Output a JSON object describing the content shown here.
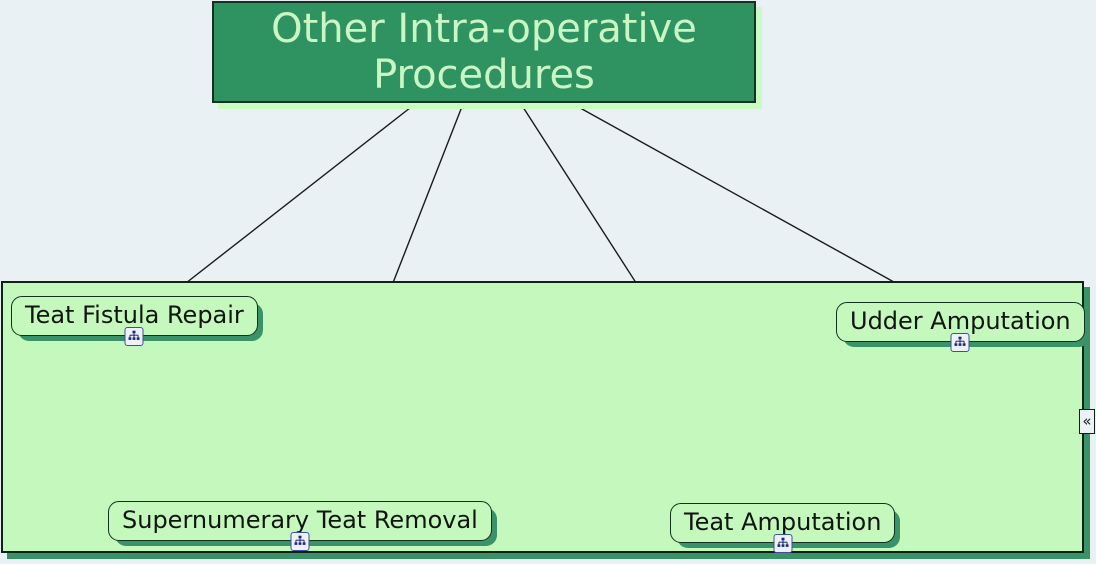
{
  "document": {
    "type": "mind-map",
    "background_color": "#eaf1f4"
  },
  "root": {
    "label": "Other Intra-operative Procedures",
    "fill_color": "#2e9361",
    "text_color": "#c9f6c4",
    "border_color": "#12311f"
  },
  "branch_panel": {
    "fill_color": "#c5f8bd",
    "border_color": "#0d2413",
    "shadow_color": "#3a9268"
  },
  "nodes": [
    {
      "id": "teat-fistula-repair",
      "label": "Teat Fistula Repair",
      "icon": "hierarchy-icon",
      "fill_color": "#c5f8bd",
      "text_color": "#101510"
    },
    {
      "id": "udder-amputation",
      "label": "Udder Amputation",
      "icon": "hierarchy-icon",
      "fill_color": "#c5f8bd",
      "text_color": "#101510"
    },
    {
      "id": "supernumerary-teat-removal",
      "label": "Supernumerary Teat Removal",
      "icon": "hierarchy-icon",
      "fill_color": "#c5f8bd",
      "text_color": "#101510"
    },
    {
      "id": "teat-amputation",
      "label": "Teat Amputation",
      "icon": "hierarchy-icon",
      "fill_color": "#c5f8bd",
      "text_color": "#101510"
    }
  ],
  "edges": [
    {
      "from": "root",
      "to": "teat-fistula-repair"
    },
    {
      "from": "root",
      "to": "supernumerary-teat-removal"
    },
    {
      "from": "root",
      "to": "teat-amputation"
    },
    {
      "from": "root",
      "to": "udder-amputation"
    }
  ],
  "controls": {
    "collapse_label": "«"
  }
}
